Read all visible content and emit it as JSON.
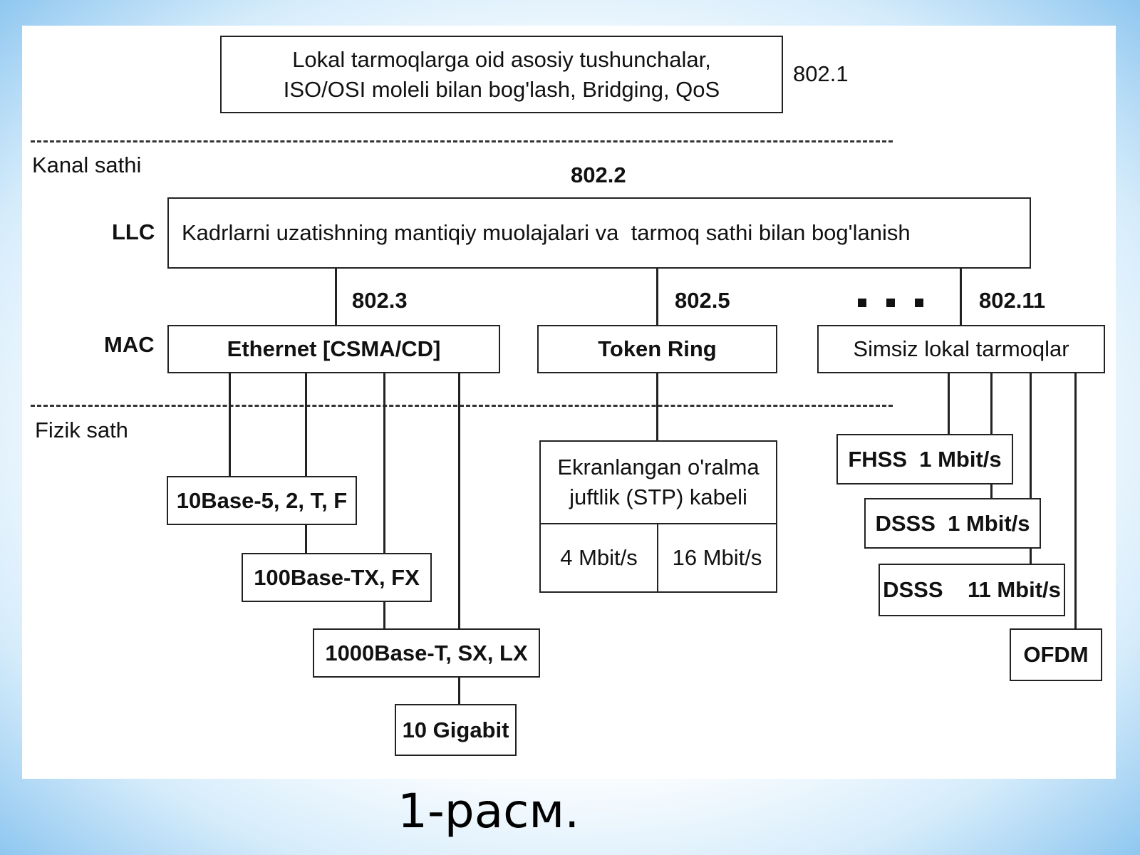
{
  "top_box": {
    "line1": "Lokal tarmoqlarga oid asosiy tushunchalar,",
    "line2": "ISO/OSI moleli bilan bog'lash, Bridging, QoS"
  },
  "std_8021": "802.1",
  "layer_kanal": "Kanal sathi",
  "std_8022": "802.2",
  "llc_label": "LLC",
  "llc_text": "Kadrlarni uzatishning mantiqiy muolajalari va  tarmoq sathi bilan bog'lanish",
  "std_8023": "802.3",
  "std_8025": "802.5",
  "std_80211": "802.11",
  "mac_label": "MAC",
  "mac_boxes": {
    "ethernet": "Ethernet [CSMA/CD]",
    "token_ring": "Token Ring",
    "wireless": "Simsiz lokal tarmoqlar"
  },
  "layer_fizik": "Fizik sath",
  "ethernet_phys": [
    "10Base-5, 2, T, F",
    "100Base-TX, FX",
    "1000Base-T, SX, LX",
    "10 Gigabit"
  ],
  "stp": {
    "line1": "Ekranlangan o'ralma",
    "line2": "juftlik (STP) kabeli",
    "speed1": "4 Mbit/s",
    "speed2": "16 Mbit/s"
  },
  "wireless_phys": [
    "FHSS  1 Mbit/s",
    "DSSS  1 Mbit/s",
    "DSSS    11 Mbit/s",
    "OFDM"
  ],
  "caption": "1-расм."
}
